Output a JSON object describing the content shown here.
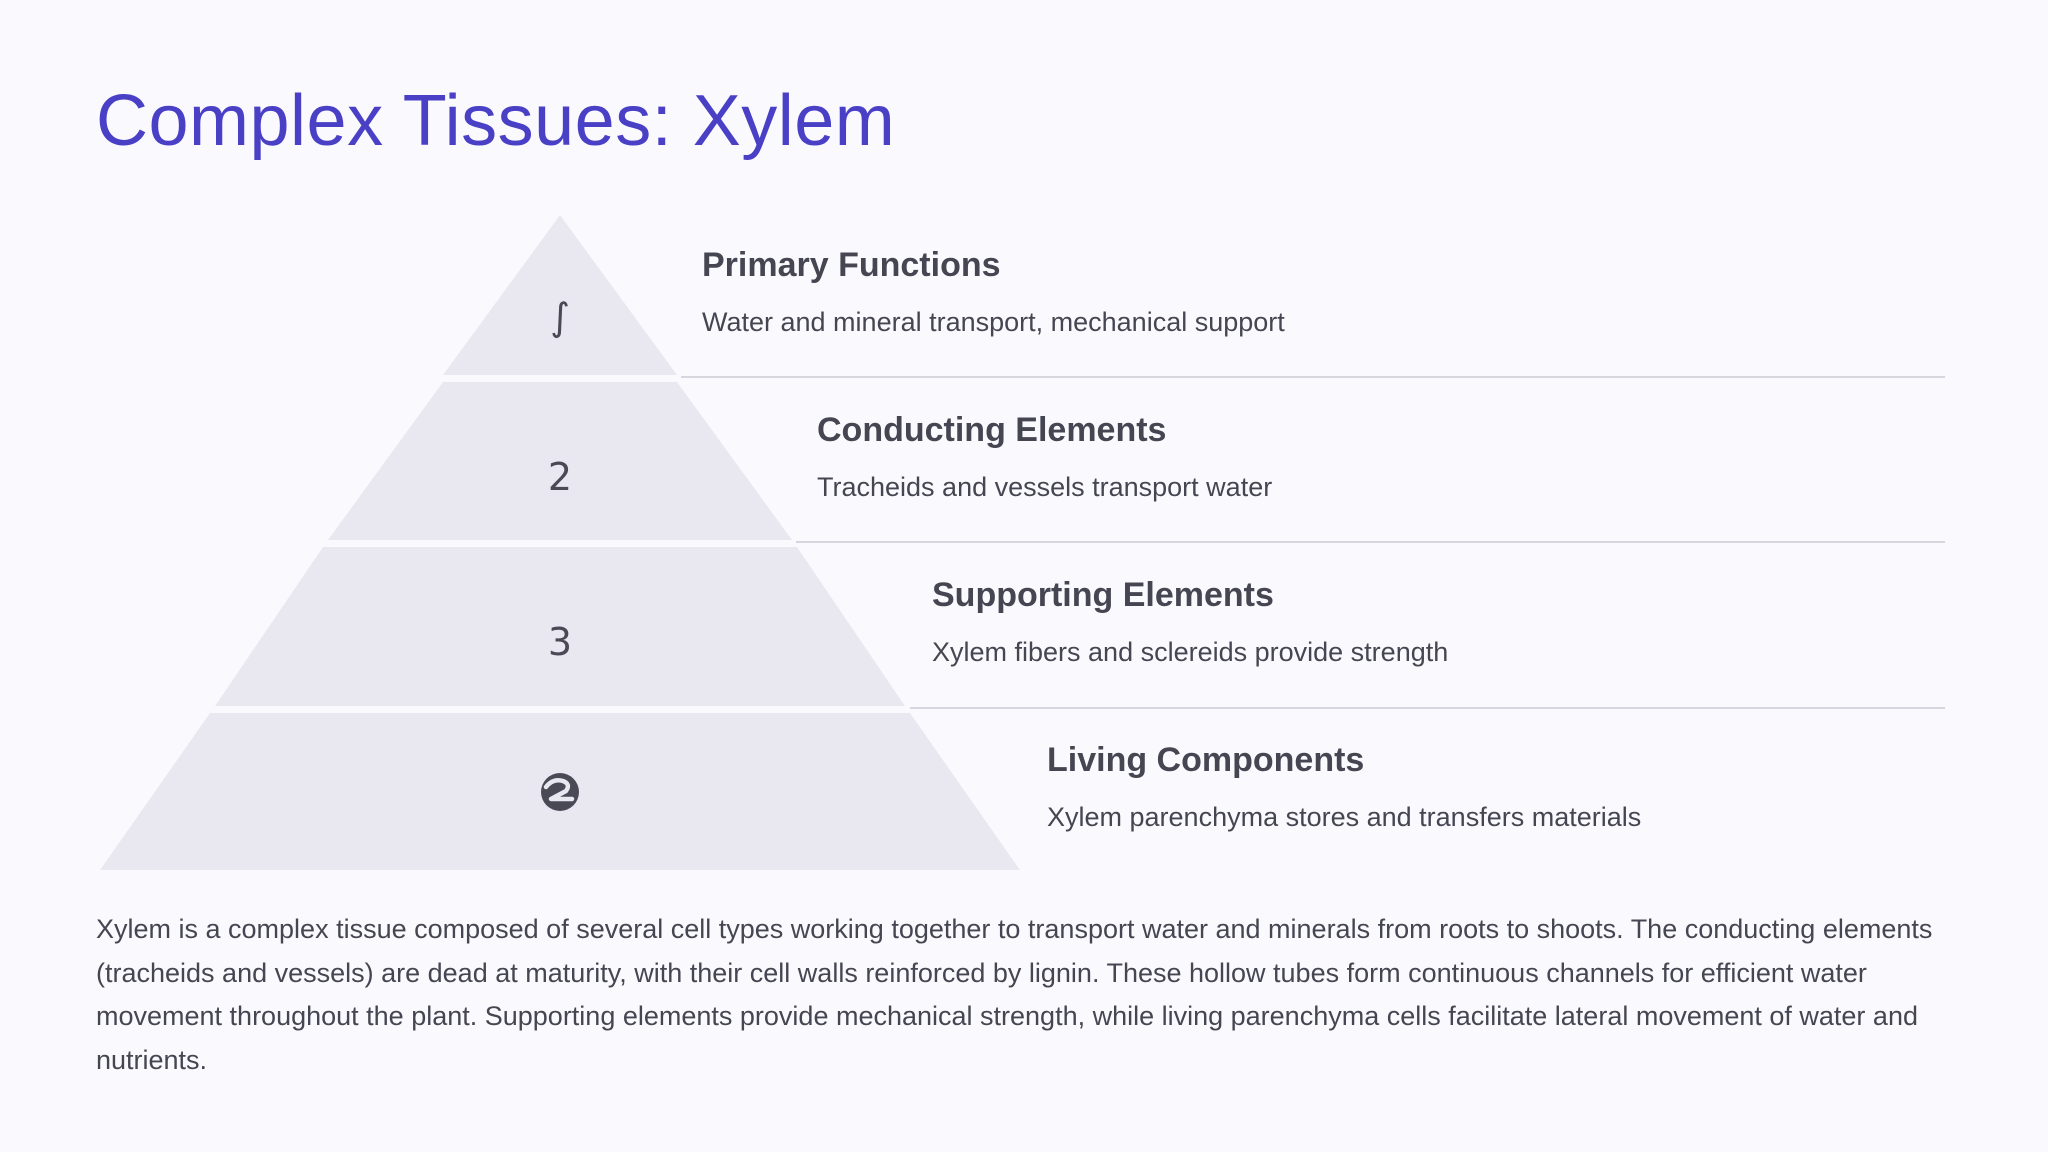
{
  "title": "Complex Tissues: Xylem",
  "pyramid": {
    "levels": [
      {
        "marker_icon": "integral-icon",
        "marker_text": "",
        "heading": "Primary Functions",
        "detail": "Water and mineral transport, mechanical support"
      },
      {
        "marker_icon": "",
        "marker_text": "2",
        "heading": "Conducting Elements",
        "detail": "Tracheids and vessels transport water"
      },
      {
        "marker_icon": "",
        "marker_text": "3",
        "heading": "Supporting Elements",
        "detail": "Xylem fibers and sclereids provide strength"
      },
      {
        "marker_icon": "swirl-logo-icon",
        "marker_text": "",
        "heading": "Living Components",
        "detail": "Xylem parenchyma stores and transfers materials"
      }
    ]
  },
  "description": "Xylem is a complex tissue composed of several cell types working together to transport water and minerals from roots to shoots. The conducting elements (tracheids and vessels) are dead at maturity, with their cell walls reinforced by lignin. These hollow tubes form continuous channels for efficient water movement throughout the plant. Supporting elements provide mechanical strength, while living parenchyma cells facilitate lateral movement of water and nutrients.",
  "colors": {
    "accent": "#4a40c6",
    "background": "#fafafe",
    "tier_fill": "#e9e8f1",
    "text": "#464652",
    "divider": "#d6d6de"
  }
}
